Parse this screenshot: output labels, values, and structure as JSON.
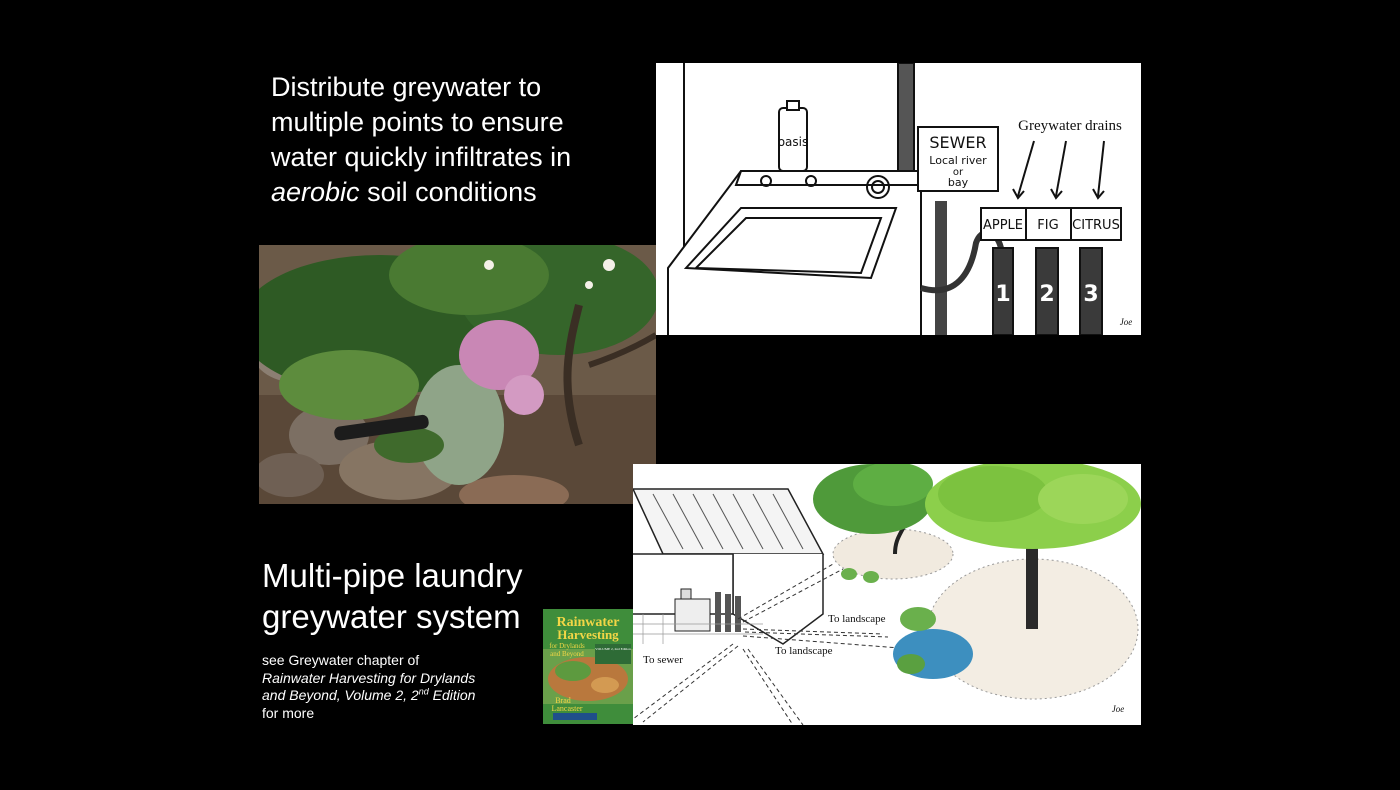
{
  "headline": {
    "line1": "Distribute greywater to",
    "line2": "multiple points to ensure",
    "line3": "water quickly infiltrates in",
    "emphasis": "aerobic",
    "line4_rest": " soil conditions"
  },
  "subhead": {
    "line1": "Multi-pipe laundry",
    "line2": "greywater system"
  },
  "citation": {
    "prefix": "see Greywater chapter of",
    "title_line1": "Rainwater Harvesting for Drylands",
    "title_line2_a": "and Beyond, Volume 2, 2",
    "title_sup": "nd",
    "title_line2_b": " Edition",
    "suffix": "for more"
  },
  "washer_illustration": {
    "bottle_label": "oasis",
    "sewer_sign_title": "SEWER",
    "sewer_sign_sub1": "Local river",
    "sewer_sign_sub2": "or",
    "sewer_sign_sub3": "bay",
    "drains_label": "Greywater drains",
    "drain1_label": "APPLE",
    "drain2_label": "FIG",
    "drain3_label": "CITRUS",
    "pipe1_number": "1",
    "pipe2_number": "2",
    "pipe3_number": "3",
    "signature": "Joe"
  },
  "landscape_illustration": {
    "label_to_landscape_1": "To landscape",
    "label_to_landscape_2": "To landscape",
    "label_to_sewer": "To sewer",
    "signature": "Joe"
  },
  "book_cover": {
    "title_line1": "Rainwater",
    "title_line2": "Harvesting",
    "title_line3": "for Drylands",
    "title_line4": "and Beyond",
    "author_line1": "Brad",
    "author_line2": "Lancaster",
    "volume_text": "VOLUME 2, 2nd Edition",
    "colors": {
      "background": "#3f8d3b",
      "title": "#f2d646"
    }
  }
}
